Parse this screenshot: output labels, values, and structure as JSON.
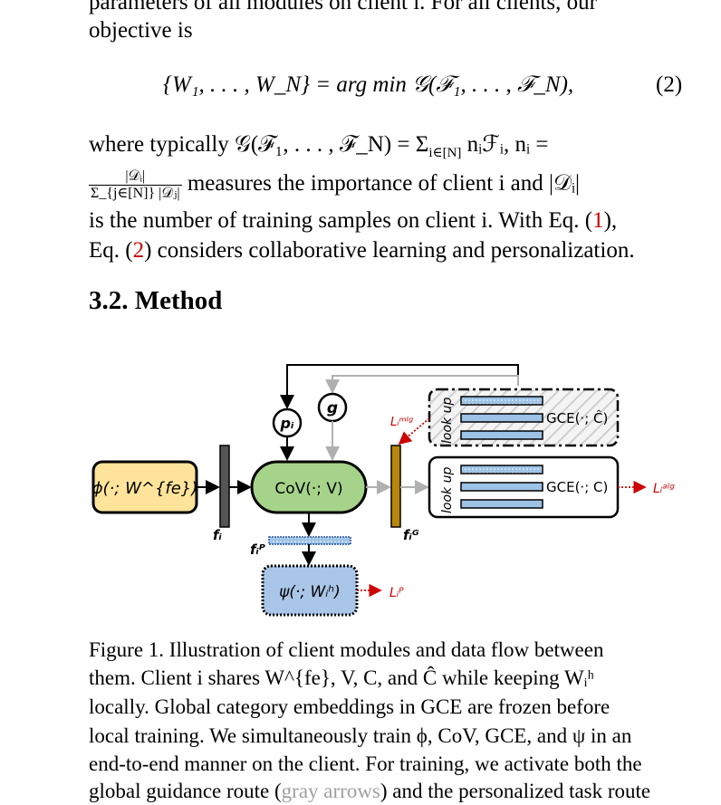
{
  "text": {
    "line0": "parameters of all modules on client i. For all clients, our",
    "line1": "objective is",
    "eq2": "{W₁, . . . , W_N} = arg min 𝒢(ℱ₁, . . . , ℱ_N),",
    "eq2_number": "(2)",
    "line3a": "where  typically  𝒢(ℱ₁, . . . , ℱ_N)  =  Σ",
    "line3_sub": "i∈[N]",
    "line3b": " nᵢℱᵢ,  nᵢ  =",
    "frac_num": "|𝒟ᵢ|",
    "frac_den": "Σ_{j∈[N]} |𝒟ⱼ|",
    "line4": " measures the importance of client i and |𝒟ᵢ|",
    "line5a": "is the number of training samples on client i. With Eq. (",
    "ref1": "1",
    "line5b": "),",
    "line6a": "Eq. (",
    "ref2": "2",
    "line6b": ") considers collaborative learning and personalization.",
    "heading": "3.2. Method"
  },
  "figure": {
    "phi_label": "ϕ(·; W^{fe})",
    "cov_label": "CoV(·; V)",
    "psi_label": "ψ(·; Wᵢʰ)",
    "p_label": "pᵢ",
    "g_label": "g",
    "f_label": "fᵢ",
    "fp_label": "fᵢᴾ",
    "fg_label": "fᵢᴳ",
    "lookup_label": "look up",
    "gce_hat_label": "GCE(·; Ĉ)",
    "gce_label": "GCE(·; C)",
    "l_mlg": "Lᵢᵐˡᵍ",
    "l_alg": "Lᵢᵃˡᵍ",
    "l_p": "Lᵢᴾ",
    "colors": {
      "phi_fill": "#fde49a",
      "cov_fill": "#a6d38a",
      "psi_fill": "#a9c6e8",
      "bar_gray": "#555555",
      "bar_gold": "#b8860b",
      "embed_fill": "#9cc2e5",
      "loss_red": "#cc0000",
      "guide_gray": "#b0b0b0"
    }
  },
  "caption": {
    "c1": "Figure 1.  Illustration of client modules and data flow between",
    "c2": "them.  Client i shares W^{fe}, V, C, and Ĉ while keeping Wᵢʰ",
    "c3": "locally.  Global category embeddings in GCE are frozen before",
    "c4": "local training. We simultaneously train ϕ, CoV, GCE, and ψ in an",
    "c5": "end-to-end manner on the client. For training, we activate both the",
    "c6a": "global guidance route (",
    "c6_gray": "gray arrows",
    "c6b": ") and the personalized task route"
  }
}
